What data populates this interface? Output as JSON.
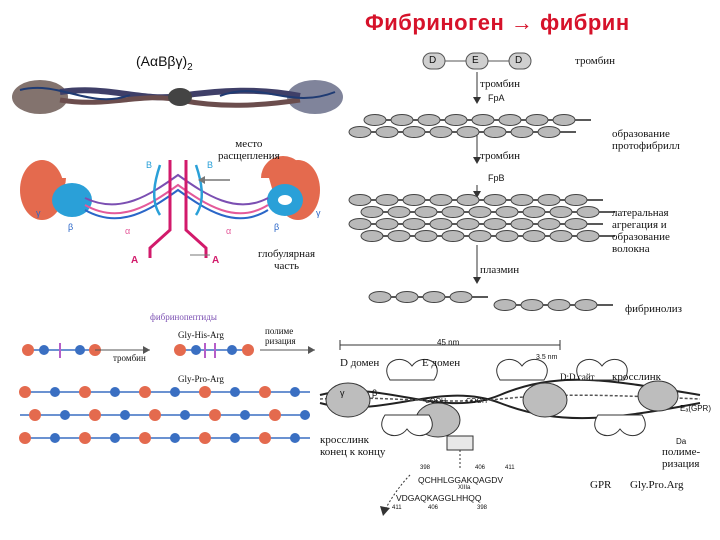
{
  "title": "Фибриноген → фибрин",
  "formula": "(AαBβγ)",
  "formula_sub": "2",
  "left_top": {
    "cleavage_site": "место\nрасщепления",
    "globular_part": "глобулярная\nчасть",
    "chain_labels": {
      "B": "B",
      "A": "A",
      "gamma": "γ",
      "beta": "β",
      "alpha": "α"
    }
  },
  "left_bottom": {
    "fibrinopeptides": "фибринопептиды",
    "gly_his_arg": "Gly-His-Arg",
    "gly_pro_arg": "Gly-Pro-Arg",
    "thrombin": "тромбин",
    "polymerization": "полиме\nризация"
  },
  "right_top": {
    "monomer_letters": [
      "D",
      "E",
      "D"
    ],
    "thrombin_1": "тромбин",
    "thrombin_2": "тромбин",
    "thrombin_3": "тромбин",
    "fpa": "FpA",
    "fpb": "FpB",
    "protofibril": "образование\nпротофибрилл",
    "lateral": "латеральная\nагрегация и\nобразование\nволокна",
    "plasmin": "плазмин",
    "fibrinolysis": "фибринолиз"
  },
  "right_bottom": {
    "d_domain": "D  домен",
    "e_domain": "E  домен",
    "size_45": "45 nm",
    "size_35": "3.5 nm",
    "dd_site": "D:D сайт",
    "crosslink": "кросслинк",
    "crosslink_end": "кросслинк\nконец к концу",
    "cooh_1": "COOH",
    "cooh_2": "COOH",
    "gamma": "γ",
    "beta": "β",
    "ea_gpr": "Eₐ(GPR)",
    "da": "Da",
    "polym": "полиме-\nризация",
    "gpr": "GPR",
    "gly_pro_arg": "Gly.Pro.Arg",
    "seq_top": "QCHHLGGAKQAGDV",
    "seq_bottom": "VDGAQKAGGLHHQQ",
    "num_398": "398",
    "num_406a": "406",
    "num_411a": "411",
    "num_411b": "411",
    "num_406b": "406",
    "num_398b": "398",
    "xiia": "XIIIa"
  }
}
